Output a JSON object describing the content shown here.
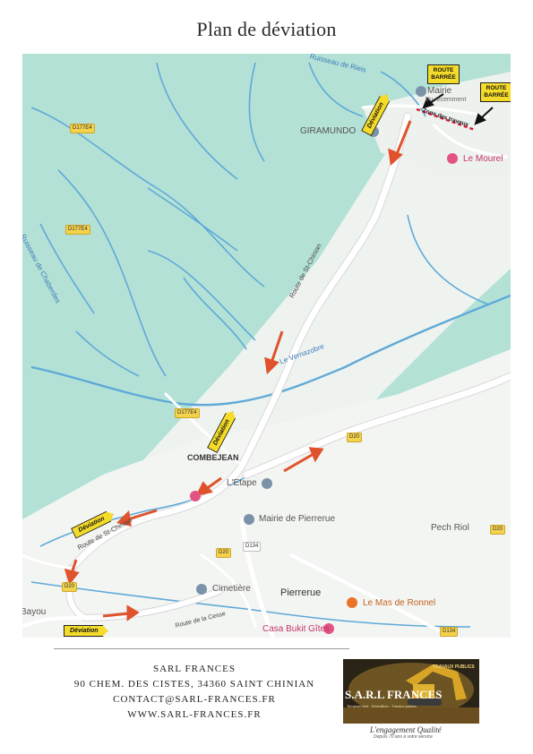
{
  "page_title": "Plan de déviation",
  "map": {
    "labels": {
      "ruisseau_rieis": "Ruisseau de Rieis",
      "mairie": "Mairie",
      "vu_recemment": "Vu récemment",
      "zone_travaux": "Zone des travaux",
      "giramundo": "GIRAMUNDO",
      "le_mourel": "Le Mourel",
      "ruisseau_chaberde": "Ruisseau de Chaberdes",
      "route_st_chinian_1": "Route de St-Chinian",
      "vernazobre": "Le Vernazobre",
      "combejean": "COMBEJEAN",
      "letape": "L'Etape",
      "mairie_pierrerue": "Mairie de Pierrerue",
      "pech_riol": "Pech Riol",
      "route_st_chinian_2": "Route de St-Chinian",
      "cimetiere": "Cimetière",
      "pierrerue": "Pierrerue",
      "mas_ronnel": "Le Mas de Ronnel",
      "bayou": "Bayou",
      "casa_bukit": "Casa Bukit Gîtes",
      "route_cesse": "Route de la Cesse"
    },
    "road_badges": {
      "d177e4_a": "D177E4",
      "d177e4_b": "D177E4",
      "d177e4_c": "D177E4",
      "d20_a": "D20",
      "d20_b": "D20",
      "d134_a": "D134",
      "d134_b": "D134",
      "d20_c": "D20",
      "d20_d": "D20"
    },
    "signs": {
      "route_barree_1": "ROUTE BARRÉE",
      "route_barree_2": "ROUTE BARRÉE",
      "deviation_1": "Déviation",
      "deviation_2": "Déviation",
      "deviation_3": "Déviation",
      "deviation_4": "Déviation"
    }
  },
  "company": {
    "name": "SARL FRANCES",
    "address": "90 CHEM. DES CISTES, 34360 SAINT CHINIAN",
    "email": "CONTACT@SARL-FRANCES.FR",
    "website": "WWW.SARL-FRANCES.FR"
  },
  "logo": {
    "brand": "S.A.R.L FRANCES",
    "tagline": "TRAVAUX PUBLICS",
    "subtitle": "Terrassement - Démolition - Travaux publics",
    "slogan": "L'engagement Qualité",
    "slogan_sub": "Depuis 70 ans à votre service"
  },
  "colors": {
    "water": "#b3e1d6",
    "river": "#5fa9d8",
    "road": "#ffffff",
    "detour_arrow": "#e0522c",
    "sign_yellow": "#f5dc2a",
    "work_zone": "#d21f3c"
  }
}
